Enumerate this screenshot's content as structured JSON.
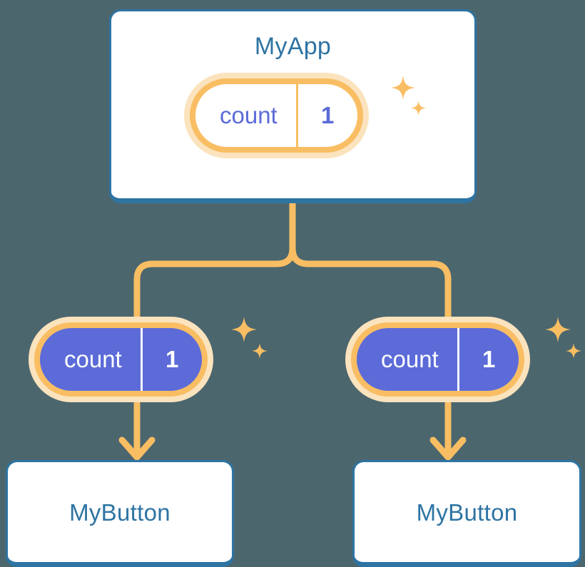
{
  "background_color": "#4c666e",
  "palette": {
    "card_border_blue": "#2e74a3",
    "title_blue": "#2e74a3",
    "pill_ring_orange": "#f9be63",
    "pill_halo_orange": "#fbe3be",
    "state_purple": "#5c6bd8",
    "card_white": "#ffffff",
    "connector_orange": "#f9be63"
  },
  "root": {
    "title": "MyApp",
    "state": {
      "key": "count",
      "value": "1"
    }
  },
  "children": [
    {
      "title": "MyButton",
      "state": {
        "key": "count",
        "value": "1"
      }
    },
    {
      "title": "MyButton",
      "state": {
        "key": "count",
        "value": "1"
      }
    }
  ],
  "icons": {
    "sparkle_big": "sparkle-icon",
    "sparkle_small": "sparkle-icon",
    "arrow": "arrow-down-icon"
  }
}
